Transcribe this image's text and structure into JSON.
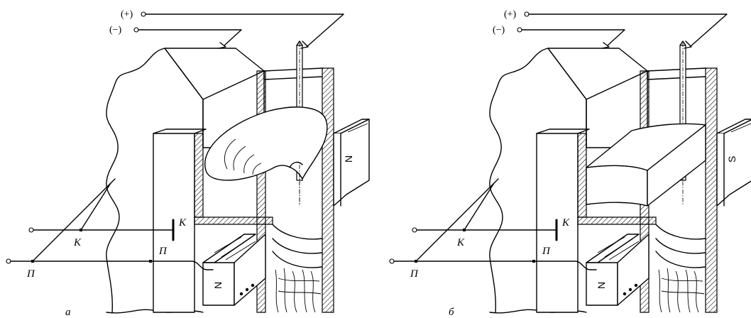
{
  "panels": [
    {
      "caption": "а",
      "terminal_plus": "(+)",
      "terminal_minus": "(−)",
      "label_k_top": "К",
      "label_k_left": "К",
      "label_p_left": "П",
      "label_p_mid": "П",
      "pole_right": "N",
      "pole_bottom": "N"
    },
    {
      "caption": "б",
      "terminal_plus": "(+)",
      "terminal_minus": "(−)",
      "label_k_top": "К",
      "label_k_left": "К",
      "label_p_left": "П",
      "label_p_mid": "П",
      "pole_right": "S",
      "pole_bottom": "N"
    }
  ]
}
